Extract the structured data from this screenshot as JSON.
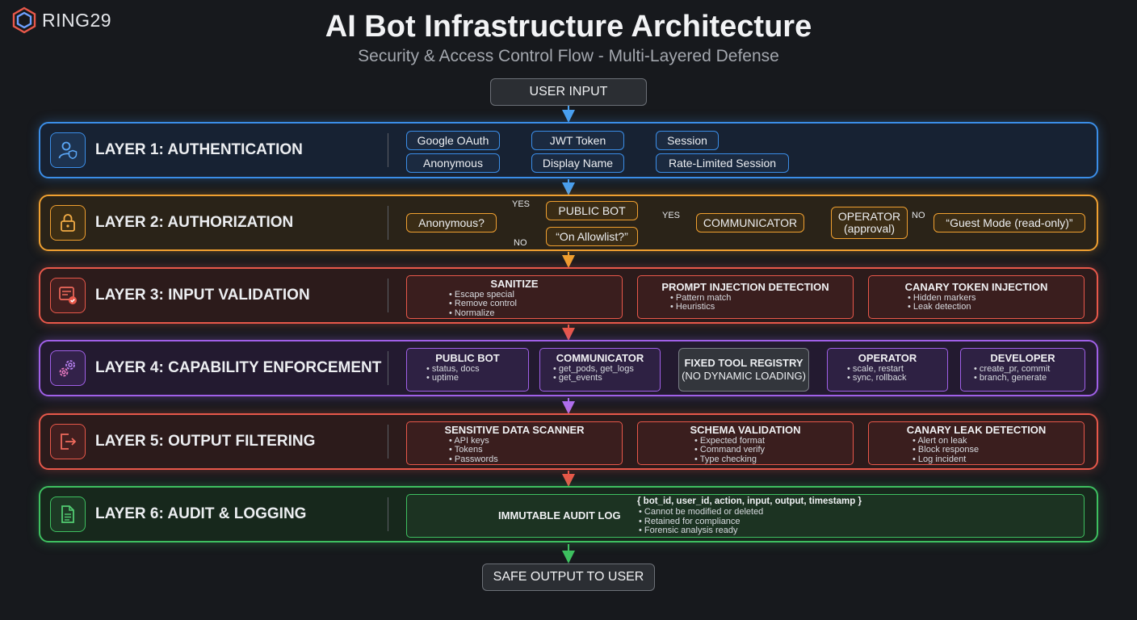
{
  "logo": {
    "text": "RING29"
  },
  "header": {
    "title": "AI Bot Infrastructure Architecture",
    "subtitle": "Security & Access Control Flow - Multi-Layered Defense"
  },
  "input_node": "USER INPUT",
  "output_node": "SAFE OUTPUT TO USER",
  "colors": {
    "background": "#17191d",
    "layer1": "#3b8ee8",
    "layer2": "#f0a030",
    "layer3": "#e8584a",
    "layer4": "#a060e8",
    "layer5": "#e8584a",
    "layer6": "#3ec060"
  },
  "layers": {
    "l1": {
      "title": "LAYER 1: AUTHENTICATION",
      "icon": "user-shield-icon",
      "row1": [
        "Google OAuth",
        "JWT Token",
        "Session"
      ],
      "row2": [
        "Anonymous",
        "Display Name",
        "Rate-Limited Session"
      ]
    },
    "l2": {
      "title": "LAYER 2: AUTHORIZATION",
      "icon": "lock-icon",
      "start": "Anonymous?",
      "yes1": "YES",
      "no1": "NO",
      "public_bot": "PUBLIC BOT",
      "allowlist": "“On Allowlist?”",
      "yes2": "YES",
      "communicator": "COMMUNICATOR",
      "operator_line1": "OPERATOR",
      "operator_line2": "(approval)",
      "no2": "NO",
      "guest": "“Guest Mode (read-only)”"
    },
    "l3": {
      "title": "LAYER 3: INPUT VALIDATION",
      "icon": "form-check-icon",
      "boxes": [
        {
          "title": "SANITIZE",
          "items": [
            "Escape special",
            "Remove control",
            "Normalize"
          ]
        },
        {
          "title": "PROMPT INJECTION DETECTION",
          "items": [
            "Pattern match",
            "Heuristics"
          ]
        },
        {
          "title": "CANARY TOKEN INJECTION",
          "items": [
            "Hidden markers",
            "Leak detection"
          ]
        }
      ]
    },
    "l4": {
      "title": "LAYER 4: CAPABILITY ENFORCEMENT",
      "icon": "gears-icon",
      "public_bot": {
        "title": "PUBLIC BOT",
        "items": [
          "status, docs",
          "uptime"
        ]
      },
      "communicator": {
        "title": "COMMUNICATOR",
        "items": [
          "get_pods, get_logs",
          "get_events"
        ]
      },
      "registry": {
        "line1": "FIXED TOOL REGISTRY",
        "line2": "(NO DYNAMIC LOADING)"
      },
      "operator": {
        "title": "OPERATOR",
        "items": [
          "scale, restart",
          "sync, rollback"
        ]
      },
      "developer": {
        "title": "DEVELOPER",
        "items": [
          "create_pr, commit",
          "branch, generate"
        ]
      }
    },
    "l5": {
      "title": "LAYER 5: OUTPUT FILTERING",
      "icon": "exit-arrow-icon",
      "boxes": [
        {
          "title": "SENSITIVE DATA SCANNER",
          "items": [
            "API keys",
            "Tokens",
            "Passwords"
          ]
        },
        {
          "title": "SCHEMA VALIDATION",
          "items": [
            "Expected format",
            "Command verify",
            "Type checking"
          ]
        },
        {
          "title": "CANARY LEAK DETECTION",
          "items": [
            "Alert on leak",
            "Block response",
            "Log incident"
          ]
        }
      ]
    },
    "l6": {
      "title": "LAYER 6: AUDIT & LOGGING",
      "icon": "document-icon",
      "log_label": "IMMUTABLE AUDIT LOG",
      "schema": "{ bot_id, user_id, action, input, output, timestamp }",
      "items": [
        "Cannot be modified or deleted",
        "Retained for compliance",
        "Forensic analysis ready"
      ]
    }
  }
}
